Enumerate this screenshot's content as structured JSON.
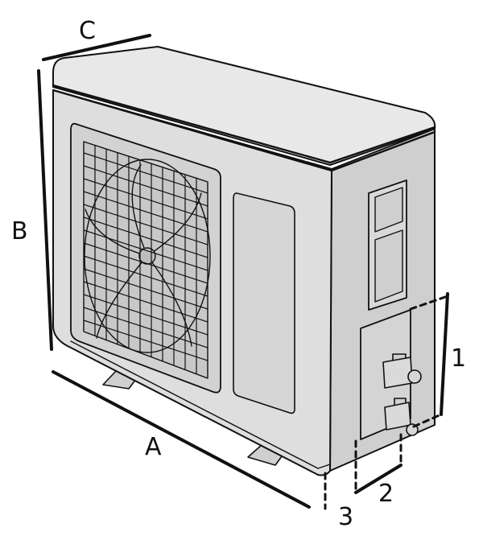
{
  "diagram": {
    "labels": {
      "a": "A",
      "b": "B",
      "c": "C",
      "one": "1",
      "two": "2",
      "three": "3"
    },
    "colors": {
      "line": "#111111",
      "body": "#dcdcdc",
      "body_dark": "#c9c9c9",
      "top": "#e6e6e6",
      "panel": "#d2d2d2"
    }
  }
}
